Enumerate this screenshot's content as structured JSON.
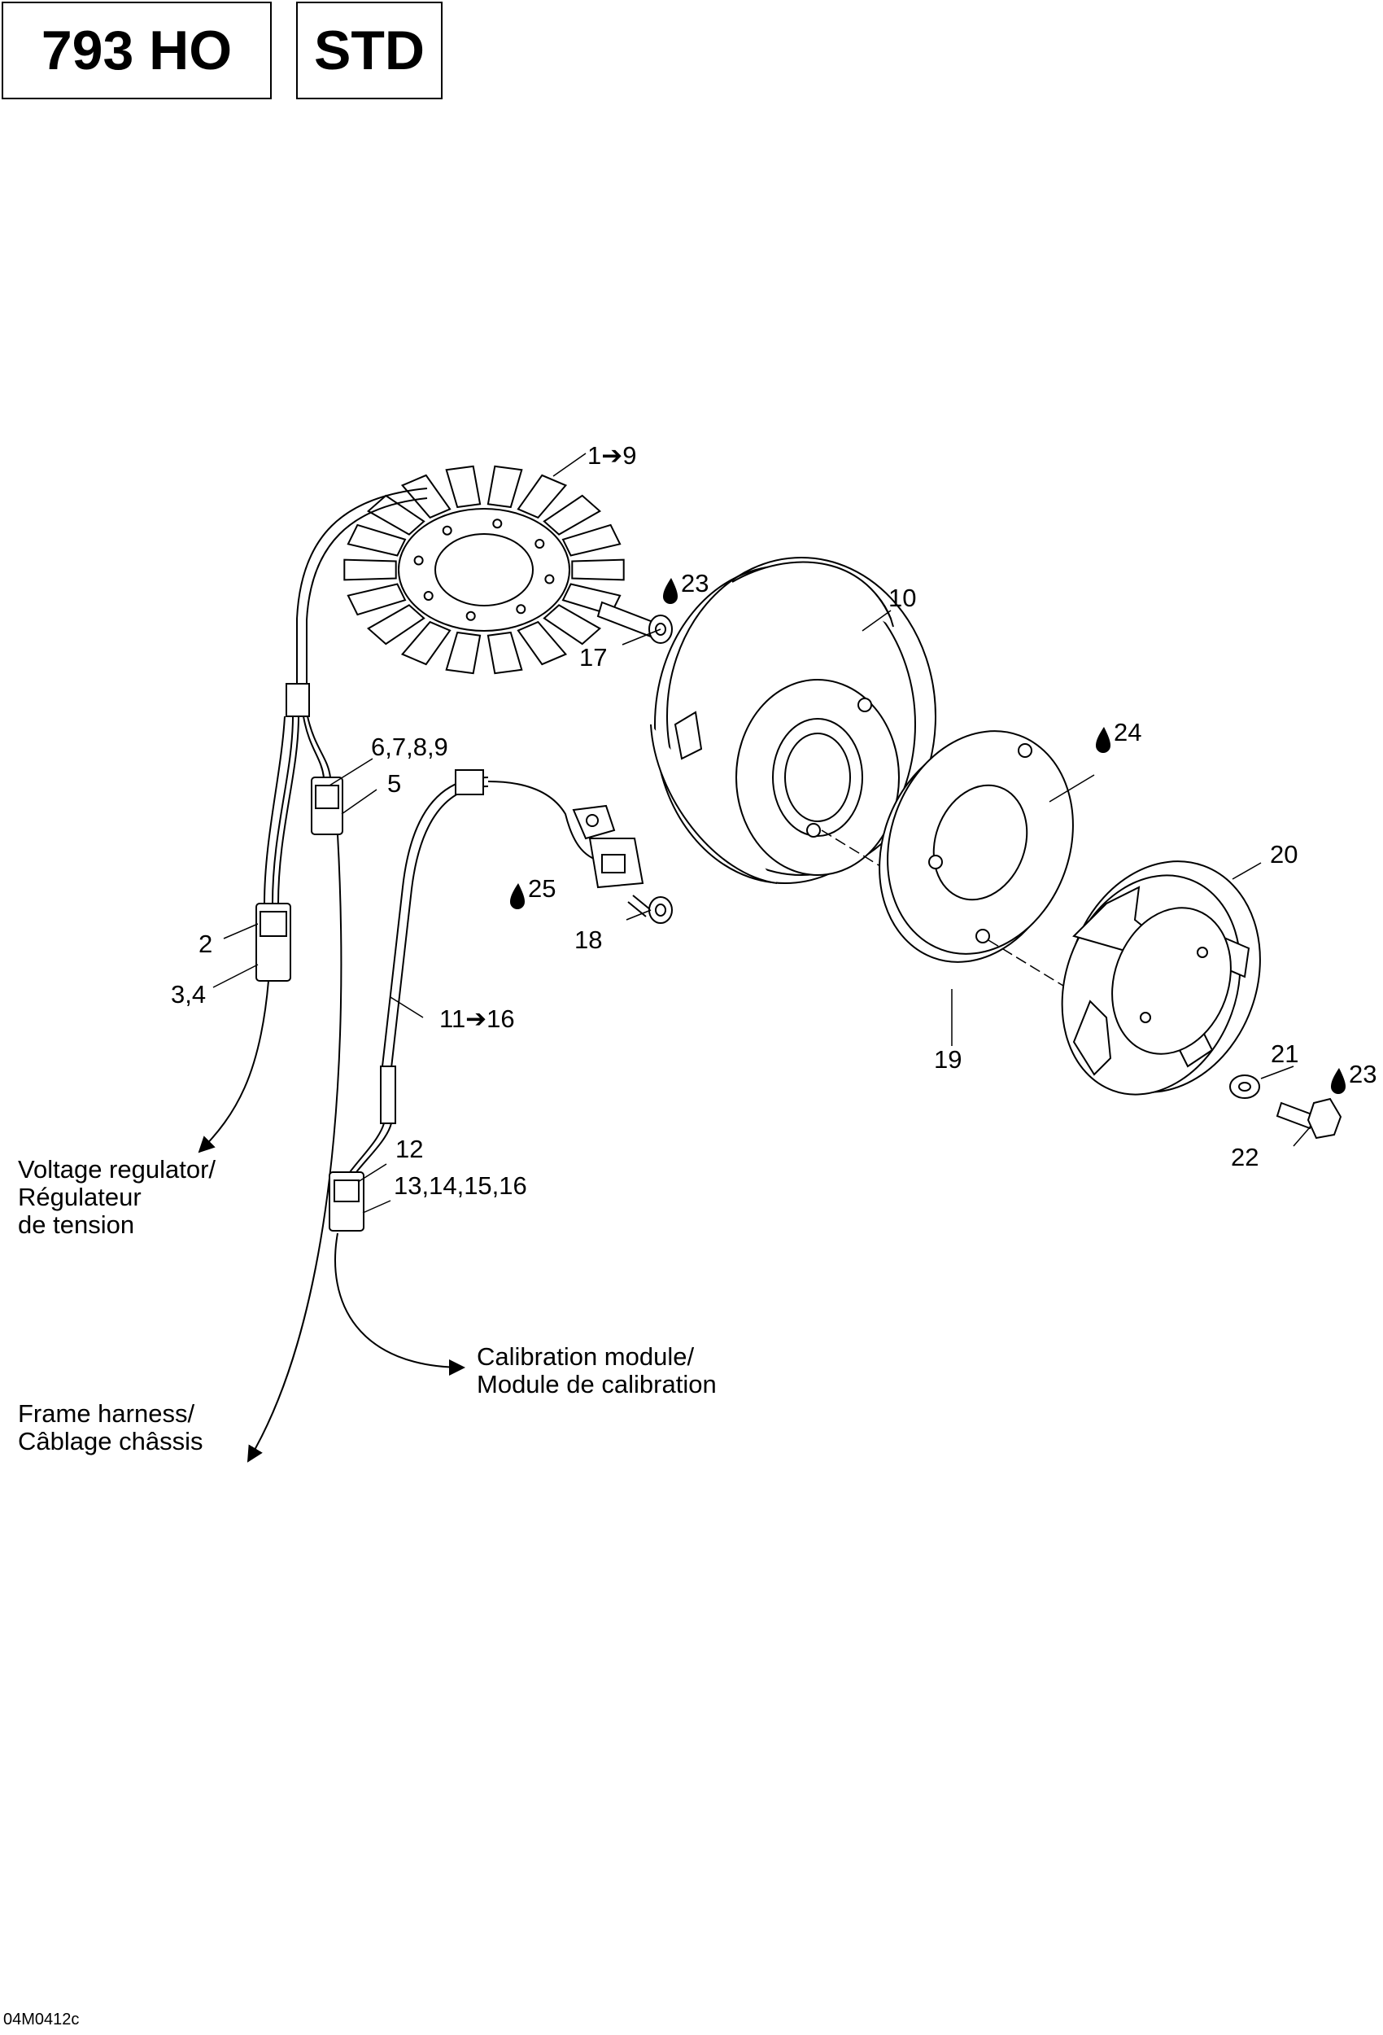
{
  "header": {
    "model": "793 HO",
    "variant": "STD"
  },
  "callouts": {
    "stator": "1➔9",
    "flywheel": "10",
    "harness": "11➔16",
    "conn_12": "12",
    "conn_13_16": "13,14,15,16",
    "screw_17": "17",
    "screw_18": "18",
    "ring_19": "19",
    "starter_cup": "20",
    "washer": "21",
    "bolt": "22",
    "loctite_23a": "23",
    "loctite_23b": "23",
    "loctite_24": "24",
    "loctite_25": "25",
    "conn_2": "2",
    "conn_3_4": "3,4",
    "conn_5": "5",
    "conn_6_9": "6,7,8,9"
  },
  "notes": {
    "voltage_regulator": [
      "Voltage regulator/",
      "Régulateur",
      "de tension"
    ],
    "calibration_module": [
      "Calibration module/",
      "Module de calibration"
    ],
    "frame_harness": [
      "Frame harness/",
      "Câblage châssis"
    ]
  },
  "footer": {
    "figure_code": "04M0412c"
  },
  "icons": [
    "drop-icon"
  ]
}
